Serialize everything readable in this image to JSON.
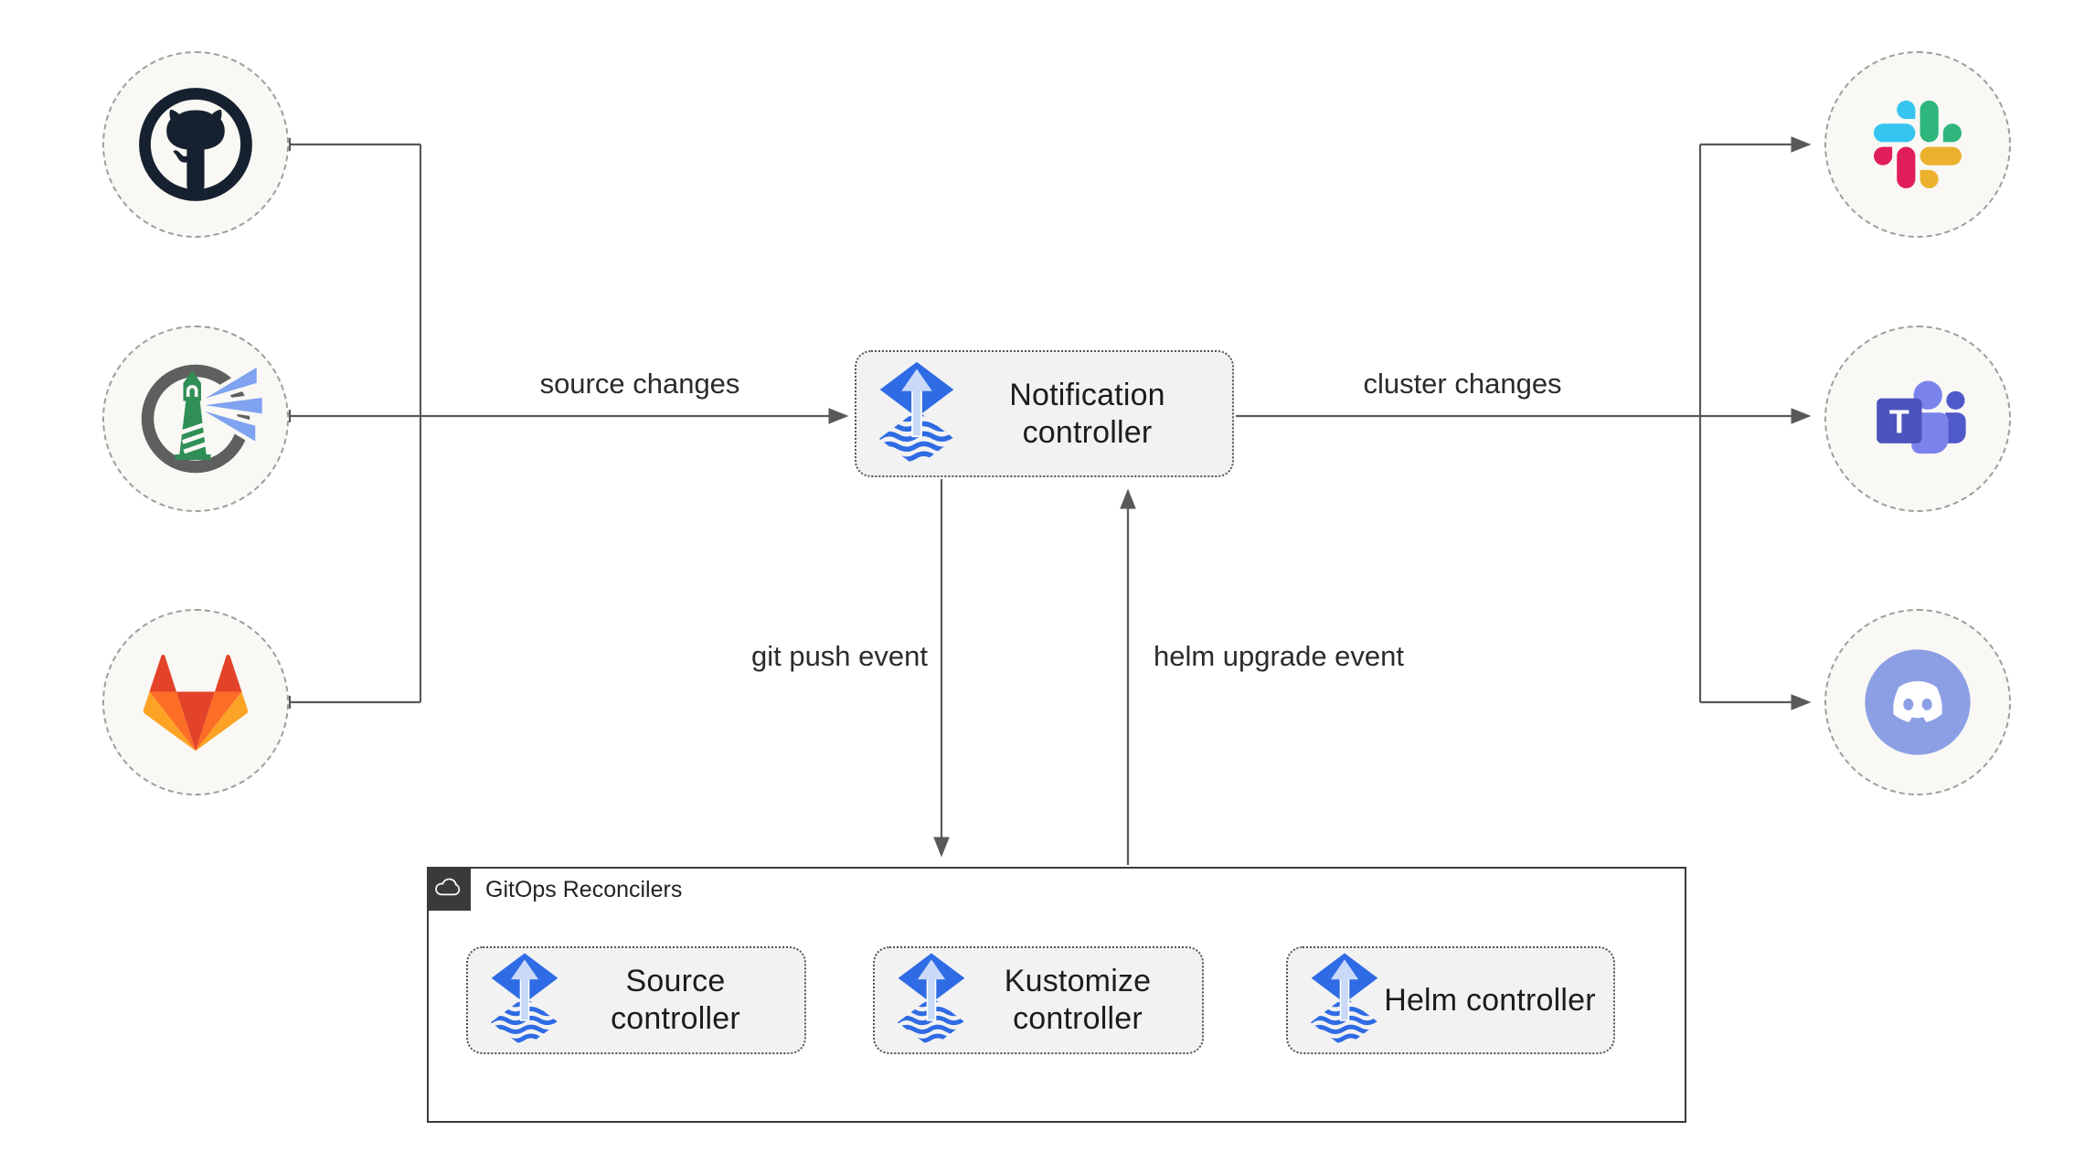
{
  "edges": {
    "source_changes": "source changes",
    "cluster_changes": "cluster changes",
    "git_push_event": "git push event",
    "helm_upgrade_event": "helm upgrade event"
  },
  "nodes": {
    "notification": {
      "label": "Notification controller"
    },
    "reconcilers": {
      "title": "GitOps Reconcilers",
      "items": [
        {
          "label": "Source controller"
        },
        {
          "label": "Kustomize controller"
        },
        {
          "label": "Helm controller"
        }
      ]
    }
  },
  "icons": {
    "sources": [
      "github-icon",
      "harbor-icon",
      "gitlab-icon"
    ],
    "targets": [
      "slack-icon",
      "microsoft-teams-icon",
      "discord-icon"
    ],
    "node_icon": "flux-icon",
    "container_icon": "cloud-icon",
    "teams_letter": "T"
  },
  "colors": {
    "canvas_bg": "#ffffff",
    "arrow_gray": "#595959",
    "text_dark": "#1c1c1c",
    "node_fill": "#f2f2f2",
    "node_border": "#545454",
    "circle_fill": "#f9f8f5",
    "circle_border": "#9e9e9e",
    "container_border": "#3a3a3a",
    "header_bg": "#3a3a3a",
    "flux_blue": "#2f6be4",
    "flux_light": "#c9d9f7",
    "github_navy": "#16212f",
    "harbor_gray": "#5f5f5f",
    "harbor_green": "#2f8f57",
    "harbor_beam": "#7fa3f0",
    "gitlab_red": "#e24329",
    "gitlab_orange": "#fc6d26",
    "gitlab_yellow": "#fca326",
    "slack_blue": "#36c5f0",
    "slack_green": "#2eb67d",
    "slack_red": "#e01e5a",
    "slack_yellow": "#ecb22e",
    "teams_purple": "#4b53bc",
    "teams_light": "#7b83eb",
    "teams_dark": "#5059c9",
    "discord_blurple": "#8c9fe4"
  }
}
